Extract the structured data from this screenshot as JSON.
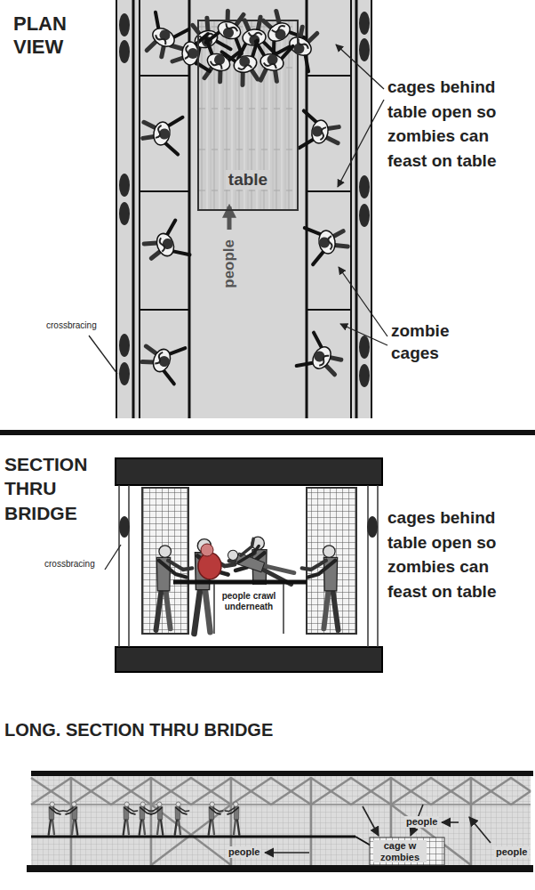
{
  "diagram": {
    "nodes": [
      {
        "text": [
          "table"
        ]
      }
    ],
    "labels": [
      "PLAN VIEW",
      "cages behind table open so zombies can feast on table",
      "people",
      "zombie cages",
      "crossbracing",
      "SECTION THRU BRIDGE",
      "cages behind table open so zombies can feast on table",
      "crossbracing",
      "people crawl underneath",
      "LONG. SECTION THRU BRIDGE",
      "people",
      "cage w zombies",
      "people",
      "people"
    ]
  }
}
